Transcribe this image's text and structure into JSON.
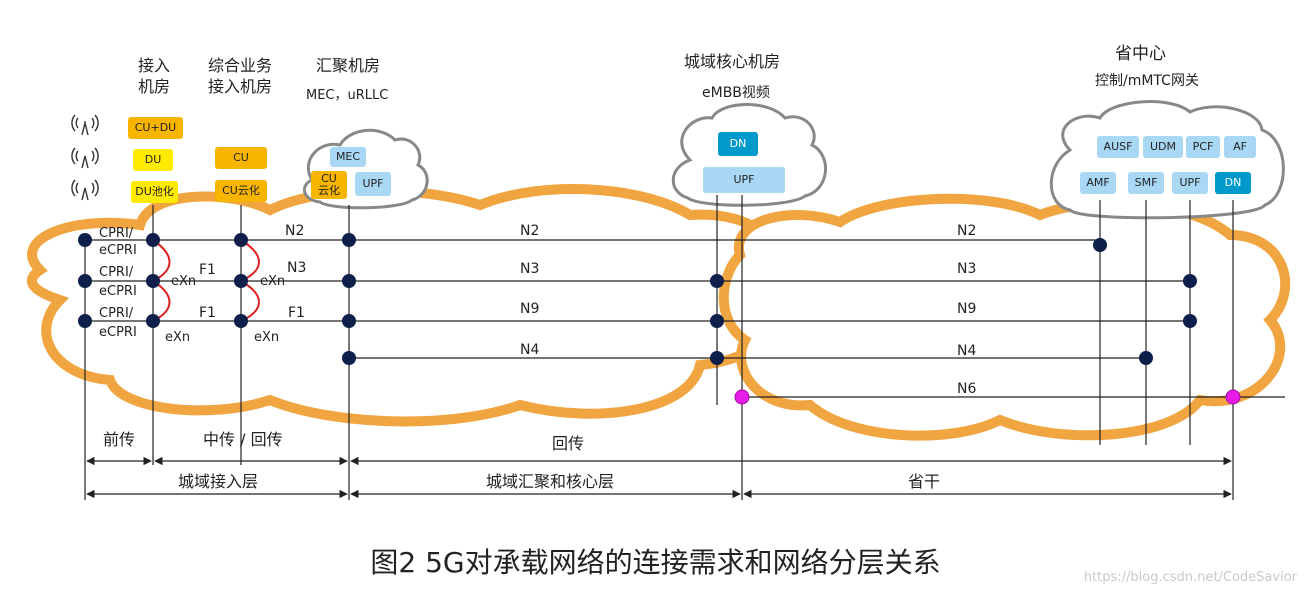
{
  "headers": {
    "access_room": [
      "接入",
      "机房"
    ],
    "integrated_room": [
      "综合业务",
      "接入机房"
    ],
    "aggregation_room": "汇聚机房",
    "aggregation_sub": "MEC，uRLLC",
    "core_room": "城域核心机房",
    "core_sub": "eMBB视频",
    "province": "省中心",
    "province_sub": "控制/mMTC网关"
  },
  "access_boxes": [
    "CU+DU",
    "DU",
    "DU池化"
  ],
  "integrated_boxes": [
    "CU",
    "CU云化"
  ],
  "aggregation_boxes": {
    "mec": "MEC",
    "cu": "CU\n云化",
    "upf": "UPF"
  },
  "core_boxes": {
    "dn": "DN",
    "upf": "UPF"
  },
  "province_boxes": {
    "top": [
      "AUSF",
      "UDM",
      "PCF",
      "AF"
    ],
    "bottom": [
      "AMF",
      "SMF",
      "UPF",
      "DN"
    ]
  },
  "fronthaul_labels": [
    [
      "CPRI/",
      "eCPRI"
    ],
    [
      "CPRI/",
      "eCPRI"
    ],
    [
      "CPRI/",
      "eCPRI"
    ]
  ],
  "midhaul_labels": {
    "f1_a": "F1",
    "exn_a": "eXn",
    "f1_b": "F1",
    "exn_b": "eXn",
    "n3_left": "N3",
    "exn_c": "eXn",
    "f1_c": "F1",
    "exn_d": "eXn",
    "n2_left": "N2"
  },
  "interface_labels": {
    "n2_mid": "N2",
    "n3_mid": "N3",
    "n9_mid": "N9",
    "n4_mid": "N4",
    "n2_right": "N2",
    "n3_right": "N3",
    "n9_right": "N9",
    "n4_right": "N4",
    "n6_right": "N6"
  },
  "segments": {
    "fronthaul": "前传",
    "midhaul": "中传 / 回传",
    "backhaul": "回传",
    "metro_access": "城域接入层",
    "metro_agg_core": "城域汇聚和核心层",
    "provincial_trunk": "省干"
  },
  "caption": "图2  5G对承载网络的连接需求和网络分层关系",
  "watermark": "https://blog.csdn.net/CodeSavior",
  "colors": {
    "cloud_outline": "#f0a540",
    "node": "#0d1f4a",
    "pink_node": "#e81ce8",
    "red_link": "#e02020",
    "grey_cloud": "#888888"
  },
  "icons": [
    "antenna-icon",
    "antenna-icon",
    "antenna-icon"
  ]
}
